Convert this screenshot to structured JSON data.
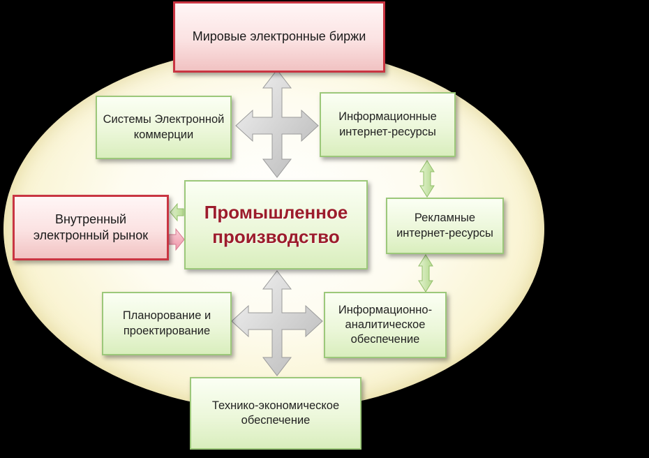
{
  "nodes": {
    "world_exchanges": "Мировые электронные биржи",
    "ecommerce": "Системы Электронной\nкоммерции",
    "info_resources": "Информационные\nинтернет-ресурсы",
    "domestic_market": "Внутренный\nэлектронный рынок",
    "industrial_production": "Промышленное\nпроизводство",
    "ad_resources": "Рекламные\nинтернет-ресурсы",
    "planning": "Планорование и\nпроектирование",
    "analytics": "Информационно-\nаналитическое\nобеспечение",
    "technical_economic": "Технико-экономическое\nобеспечение"
  },
  "colors": {
    "ellipse_fill": "#f7f0c4",
    "green_border": "#9cc87a",
    "pink_border": "#c93542",
    "center_text": "#9c1c2c",
    "arrow_gray": "#c9c9c9",
    "arrow_green": "#c6e3a4",
    "arrow_pink": "#f2a7b6"
  }
}
